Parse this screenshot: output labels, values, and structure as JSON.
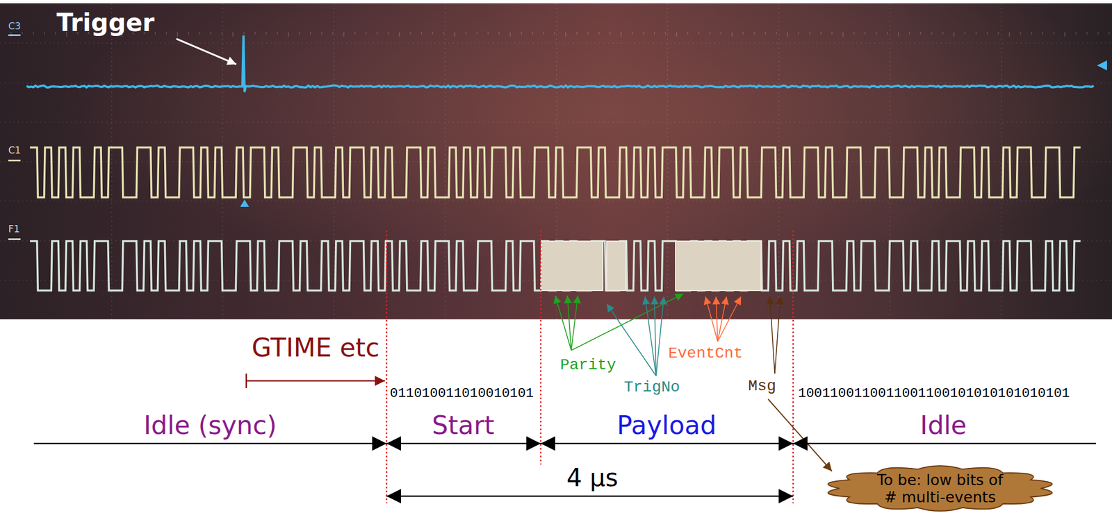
{
  "diagram": {
    "nodes": [
      {
        "text": [
          "To be: low bits of # multi-events"
        ]
      }
    ],
    "labels": [
      "C3",
      "Trigger",
      "C1",
      "F1",
      "GTIME etc",
      "Parity",
      "EventCnt",
      "011010011010010101",
      "TrigNo",
      "Msg",
      "1001100110011001100101010101010101",
      "Idle (sync)",
      "Start",
      "Payload",
      "Idle",
      "4 µs"
    ]
  }
}
